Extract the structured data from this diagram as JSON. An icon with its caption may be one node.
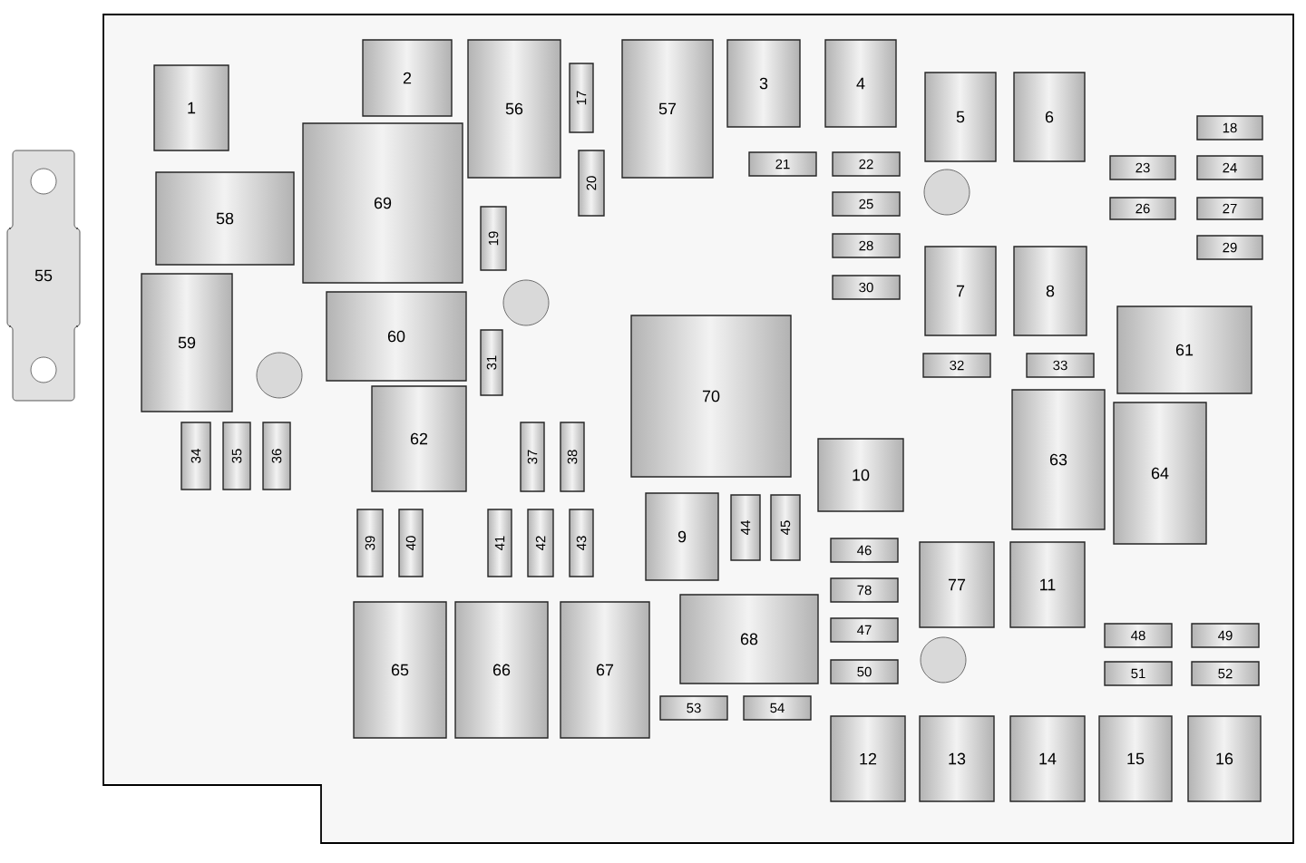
{
  "diagram": {
    "nodes": [
      {
        "text": [
          "1"
        ]
      },
      {
        "text": [
          "2"
        ]
      },
      {
        "text": [
          "3"
        ]
      },
      {
        "text": [
          "4"
        ]
      },
      {
        "text": [
          "5"
        ]
      },
      {
        "text": [
          "6"
        ]
      },
      {
        "text": [
          "7"
        ]
      },
      {
        "text": [
          "8"
        ]
      },
      {
        "text": [
          "9"
        ]
      },
      {
        "text": [
          "10"
        ]
      },
      {
        "text": [
          "11"
        ]
      },
      {
        "text": [
          "12"
        ]
      },
      {
        "text": [
          "13"
        ]
      },
      {
        "text": [
          "14"
        ]
      },
      {
        "text": [
          "15"
        ]
      },
      {
        "text": [
          "16"
        ]
      },
      {
        "text": [
          "17"
        ]
      },
      {
        "text": [
          "18"
        ]
      },
      {
        "text": [
          "19"
        ]
      },
      {
        "text": [
          "20"
        ]
      },
      {
        "text": [
          "21"
        ]
      },
      {
        "text": [
          "22"
        ]
      },
      {
        "text": [
          "23"
        ]
      },
      {
        "text": [
          "24"
        ]
      },
      {
        "text": [
          "25"
        ]
      },
      {
        "text": [
          "26"
        ]
      },
      {
        "text": [
          "27"
        ]
      },
      {
        "text": [
          "28"
        ]
      },
      {
        "text": [
          "29"
        ]
      },
      {
        "text": [
          "30"
        ]
      },
      {
        "text": [
          "31"
        ]
      },
      {
        "text": [
          "32"
        ]
      },
      {
        "text": [
          "33"
        ]
      },
      {
        "text": [
          "34"
        ]
      },
      {
        "text": [
          "35"
        ]
      },
      {
        "text": [
          "36"
        ]
      },
      {
        "text": [
          "37"
        ]
      },
      {
        "text": [
          "38"
        ]
      },
      {
        "text": [
          "39"
        ]
      },
      {
        "text": [
          "40"
        ]
      },
      {
        "text": [
          "41"
        ]
      },
      {
        "text": [
          "42"
        ]
      },
      {
        "text": [
          "43"
        ]
      },
      {
        "text": [
          "44"
        ]
      },
      {
        "text": [
          "45"
        ]
      },
      {
        "text": [
          "46"
        ]
      },
      {
        "text": [
          "47"
        ]
      },
      {
        "text": [
          "48"
        ]
      },
      {
        "text": [
          "49"
        ]
      },
      {
        "text": [
          "50"
        ]
      },
      {
        "text": [
          "51"
        ]
      },
      {
        "text": [
          "52"
        ]
      },
      {
        "text": [
          "53"
        ]
      },
      {
        "text": [
          "54"
        ]
      },
      {
        "text": [
          "55"
        ]
      },
      {
        "text": [
          "56"
        ]
      },
      {
        "text": [
          "57"
        ]
      },
      {
        "text": [
          "58"
        ]
      },
      {
        "text": [
          "59"
        ]
      },
      {
        "text": [
          "60"
        ]
      },
      {
        "text": [
          "61"
        ]
      },
      {
        "text": [
          "62"
        ]
      },
      {
        "text": [
          "63"
        ]
      },
      {
        "text": [
          "64"
        ]
      },
      {
        "text": [
          "65"
        ]
      },
      {
        "text": [
          "66"
        ]
      },
      {
        "text": [
          "67"
        ]
      },
      {
        "text": [
          "68"
        ]
      },
      {
        "text": [
          "69"
        ]
      },
      {
        "text": [
          "70"
        ]
      },
      {
        "text": [
          "77"
        ]
      },
      {
        "text": [
          "78"
        ]
      }
    ]
  }
}
